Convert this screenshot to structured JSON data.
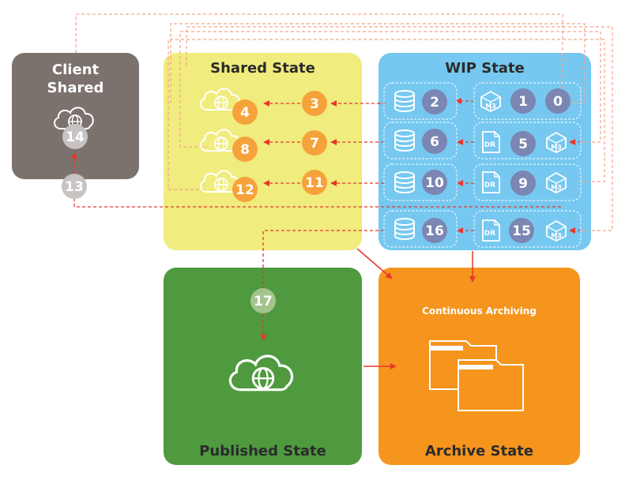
{
  "panels": {
    "client_shared": {
      "title_line1": "Client",
      "title_line2": "Shared"
    },
    "shared_state": {
      "title": "Shared State"
    },
    "wip_state": {
      "title": "WIP State"
    },
    "published_state": {
      "title": "Published State"
    },
    "archive_state": {
      "title": "Archive State",
      "subtitle": "Continuous Archiving"
    }
  },
  "steps": [
    "0",
    "1",
    "2",
    "3",
    "4",
    "5",
    "6",
    "7",
    "8",
    "9",
    "10",
    "11",
    "12",
    "13",
    "14",
    "15",
    "16",
    "17"
  ],
  "icon_labels": {
    "m3": "M3",
    "dr": "DR"
  },
  "colors": {
    "client_panel": "#7b726e",
    "shared_panel": "#f0ec7e",
    "wip_panel": "#76c8f0",
    "published_panel": "#4f9a3f",
    "archive_panel": "#f5951d",
    "step_orange": "#f6a23a",
    "step_blue": "#7b86b3",
    "step_gray": "#c7c3c2",
    "step_green": "#a4c48d",
    "arrow_red": "#e8372c",
    "arrow_salmon": "#f4a48c"
  }
}
